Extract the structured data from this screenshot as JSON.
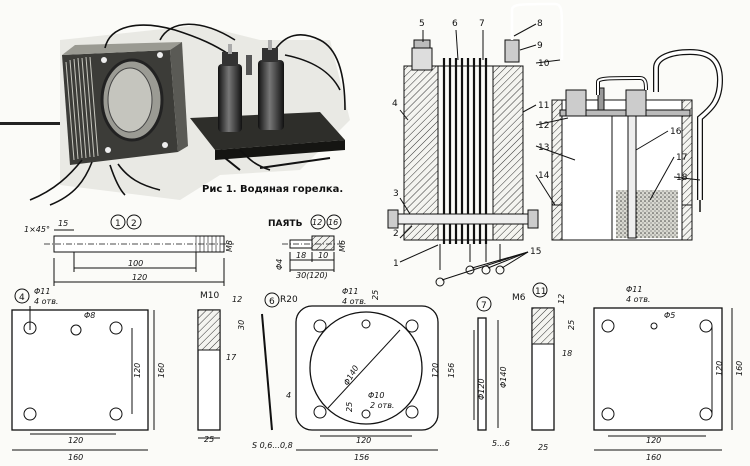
{
  "caption": "Рис 1. Водяная горелка.",
  "callouts": [
    "5",
    "6",
    "7",
    "8",
    "9",
    "10",
    "11",
    "12",
    "13",
    "14",
    "15",
    "16",
    "17",
    "18",
    "4",
    "3",
    "2",
    "1"
  ],
  "rod": {
    "ids": [
      "1",
      "2"
    ],
    "chamfer": "1×45°",
    "d1": "15",
    "length1": "100",
    "length2": "120",
    "thread": "M8"
  },
  "solder": {
    "label": "ПАЯТЬ",
    "ids": [
      "12",
      "16"
    ],
    "d1": "M6",
    "d2": "Φ4",
    "l1": "18",
    "l2": "10",
    "l3": "30(120)"
  },
  "plate4": {
    "id": "4",
    "hole": "Φ11",
    "holes": "4 отв.",
    "hole2": "Φ8",
    "side": "160",
    "inner": "120",
    "h_inner": "120",
    "h": "160",
    "bot_inner": "120",
    "bot": "160"
  },
  "part_m10": {
    "thread": "M10",
    "d1": "12",
    "d2": "30",
    "d3": "17",
    "w": "25"
  },
  "part6": {
    "id": "6",
    "thickness": "4",
    "s": "S 0,6...0,8"
  },
  "frame": {
    "r": "R20",
    "hole": "Φ11",
    "holes": "4 отв.",
    "top": "25",
    "d_in": "Φ140",
    "h1": "120",
    "h2": "156",
    "bot1": "25",
    "bot2": "120",
    "bot3": "156",
    "hole2": "Φ10",
    "holes2": "2 отв."
  },
  "part7": {
    "id": "7",
    "d1": "Φ140",
    "d2": "Φ120",
    "w": "5...6"
  },
  "part11": {
    "id": "11",
    "thread": "M6",
    "d1": "12",
    "d2": "25",
    "d3": "18",
    "w": "25"
  },
  "plate_r": {
    "hole": "Φ11",
    "holes": "4 отв.",
    "hole2": "Φ5",
    "h1": "120",
    "h2": "160",
    "bot1": "120",
    "bot2": "160"
  }
}
